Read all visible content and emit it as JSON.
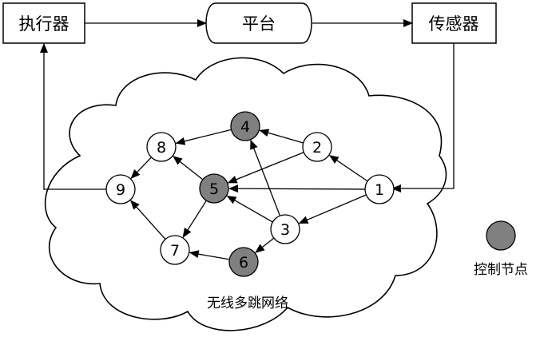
{
  "blocks": {
    "actuator": "执行器",
    "platform": "平台",
    "sensor": "传感器"
  },
  "network_label": "无线多跳网络",
  "legend": {
    "label": "控制节点",
    "color": "#808080"
  },
  "nodes": [
    {
      "id": "1",
      "control": false
    },
    {
      "id": "2",
      "control": false
    },
    {
      "id": "3",
      "control": false
    },
    {
      "id": "4",
      "control": true
    },
    {
      "id": "5",
      "control": true
    },
    {
      "id": "6",
      "control": true
    },
    {
      "id": "7",
      "control": false
    },
    {
      "id": "8",
      "control": false
    },
    {
      "id": "9",
      "control": false
    }
  ],
  "edges": [
    [
      "1",
      "2"
    ],
    [
      "1",
      "3"
    ],
    [
      "1",
      "5"
    ],
    [
      "2",
      "4"
    ],
    [
      "2",
      "5"
    ],
    [
      "3",
      "4"
    ],
    [
      "3",
      "5"
    ],
    [
      "3",
      "6"
    ],
    [
      "4",
      "8"
    ],
    [
      "5",
      "8"
    ],
    [
      "5",
      "7"
    ],
    [
      "6",
      "7"
    ],
    [
      "7",
      "9"
    ],
    [
      "8",
      "9"
    ]
  ],
  "colors": {
    "control_fill": "#808080",
    "normal_fill": "#ffffff",
    "stroke": "#000000"
  }
}
